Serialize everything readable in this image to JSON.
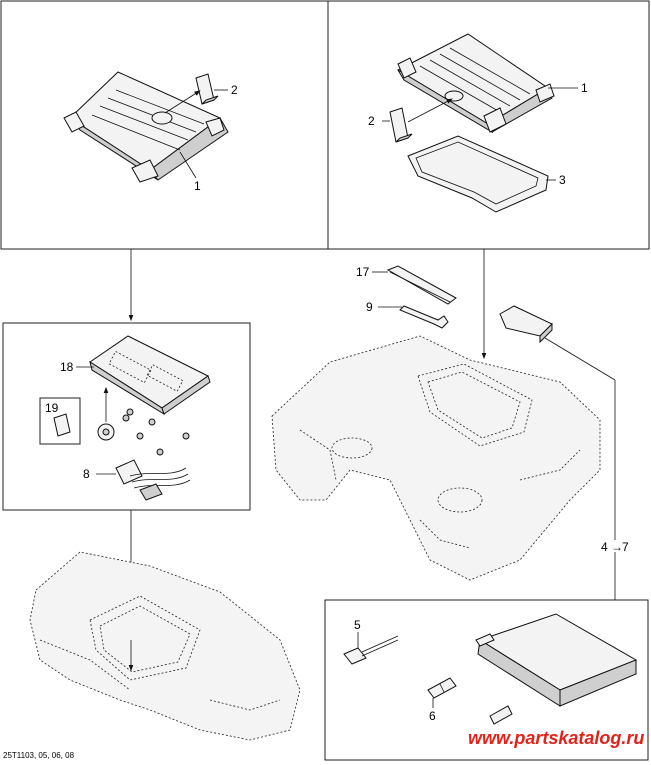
{
  "callouts": {
    "top_left_rack": "1",
    "top_left_bracket": "2",
    "top_right_rack": "1",
    "top_right_bracket": "2",
    "top_right_seal": "3",
    "rod": "17",
    "wrench": "9",
    "plate": "18",
    "clip": "19",
    "harness": "8",
    "range": "4",
    "range_end": "7",
    "screwdriver": "5",
    "fuse_a": "6"
  },
  "arrow_glyph": "→",
  "footer": {
    "code": "25T1103, 05, 06, 08"
  },
  "watermark": "www.partskatalog.ru"
}
